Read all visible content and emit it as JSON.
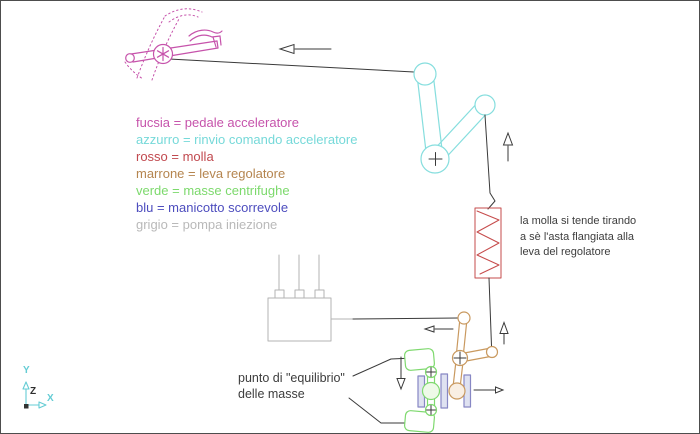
{
  "drawing": {
    "legend": {
      "items": [
        {
          "text": "fucsia = pedale acceleratore",
          "color": "#c653ab"
        },
        {
          "text": "azzurro = rinvio comando acceleratore",
          "color": "#76d9d9"
        },
        {
          "text": "rosso = molla",
          "color": "#c1494f"
        },
        {
          "text": "marrone = leva regolatore",
          "color": "#b5854f"
        },
        {
          "text": "verde = masse centrifughe",
          "color": "#7cd96c"
        },
        {
          "text": "blu = manicotto scorrevole",
          "color": "#4d4dbe"
        },
        {
          "text": "grigio = pompa iniezione",
          "color": "#b9b9b9"
        }
      ]
    },
    "notes": {
      "spring": "la molla si tende  tirando\na sè l'asta flangiata alla\nleva del regolatore",
      "masses": "punto di \"equilibrio\"\ndelle masse"
    },
    "axis": {
      "x": "X",
      "y": "Y",
      "z": "Z"
    },
    "colors": {
      "fuchsia": "#c653ab",
      "cyan": "#86dede",
      "red": "#c64b4b",
      "brown": "#c9995f",
      "green": "#7fd96f",
      "blue": "#8787c4",
      "gray": "#b3b3b3",
      "line": "#3a3a3a",
      "axis": "#64ccd4"
    }
  }
}
